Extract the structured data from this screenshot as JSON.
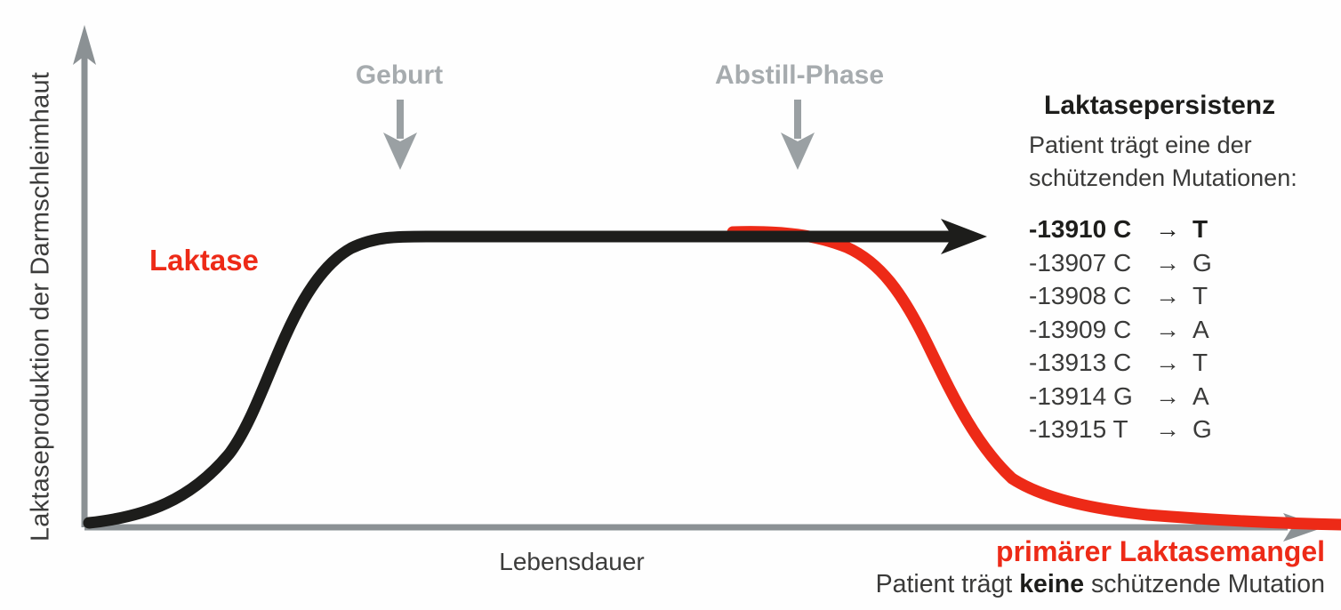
{
  "colors": {
    "red": "#ed2a17",
    "black": "#1d1d1b",
    "axis_gray": "#8b9194",
    "event_arrow_gray": "#9aa0a3",
    "event_label_gray": "#a6abae",
    "body_text": "#3a3a39"
  },
  "axes": {
    "y_label": "Laktaseproduktion der Darmschleimhaut",
    "x_label": "Lebensdauer"
  },
  "events": {
    "birth": "Geburt",
    "weaning": "Abstill-Phase"
  },
  "curves": {
    "black_label": "Laktase"
  },
  "persistence": {
    "title": "Laktasepersistenz",
    "subtitle_line1": "Patient trägt eine der",
    "subtitle_line2": "schützenden Mutationen:",
    "mutations": [
      {
        "pos": "-13910 C",
        "arrow": "→",
        "to": "T",
        "emphasis": true
      },
      {
        "pos": "-13907 C",
        "arrow": "→",
        "to": "G",
        "emphasis": false
      },
      {
        "pos": "-13908 C",
        "arrow": "→",
        "to": "T",
        "emphasis": false
      },
      {
        "pos": "-13909 C",
        "arrow": "→",
        "to": "A",
        "emphasis": false
      },
      {
        "pos": "-13913 C",
        "arrow": "→",
        "to": "T",
        "emphasis": false
      },
      {
        "pos": "-13914 G",
        "arrow": "→",
        "to": "A",
        "emphasis": false
      },
      {
        "pos": "-13915 T",
        "arrow": "→",
        "to": "G",
        "emphasis": false
      }
    ]
  },
  "deficiency": {
    "title": "primärer Laktasemangel",
    "line_prefix": "Patient trägt ",
    "line_bold": "keine",
    "line_suffix": " schützende Mutation"
  },
  "chart_data": {
    "type": "line",
    "title": "",
    "xlabel": "Lebensdauer",
    "ylabel": "Laktaseproduktion der Darmschleimhaut",
    "x_axis": "qualitative lifespan axis, no ticks, gray arrow at right end",
    "y_axis": "qualitative production axis, no ticks, gray arrow at top",
    "grid": false,
    "legend_position": "inline labels on curves",
    "annotations": [
      {
        "label": "Geburt",
        "x_rel": 0.25,
        "style": "gray down-arrow above plateau"
      },
      {
        "label": "Abstill-Phase",
        "x_rel": 0.58,
        "style": "gray down-arrow above plateau"
      }
    ],
    "series": [
      {
        "name": "Laktase – Laktasepersistenz (mit schützender Mutation)",
        "color": "#1d1d1b",
        "x_rel": [
          0.0,
          0.05,
          0.1,
          0.15,
          0.2,
          0.25,
          0.3,
          0.7,
          0.73
        ],
        "y_rel": [
          0.02,
          0.05,
          0.15,
          0.45,
          0.8,
          0.97,
          1.0,
          1.0,
          1.0
        ],
        "note": "plateau continues as black arrow pointing right (persistence)"
      },
      {
        "name": "Laktase – primärer Laktasemangel (keine schützende Mutation)",
        "color": "#ed2a17",
        "x_rel": [
          0.0,
          0.05,
          0.1,
          0.15,
          0.2,
          0.25,
          0.3,
          0.58,
          0.62,
          0.66,
          0.7,
          0.74,
          0.78,
          0.85,
          1.0
        ],
        "y_rel": [
          0.02,
          0.05,
          0.15,
          0.45,
          0.8,
          0.97,
          1.0,
          1.0,
          0.95,
          0.75,
          0.45,
          0.22,
          0.1,
          0.04,
          0.01
        ],
        "note": "declines after Abstill-Phase down to near zero"
      }
    ]
  }
}
